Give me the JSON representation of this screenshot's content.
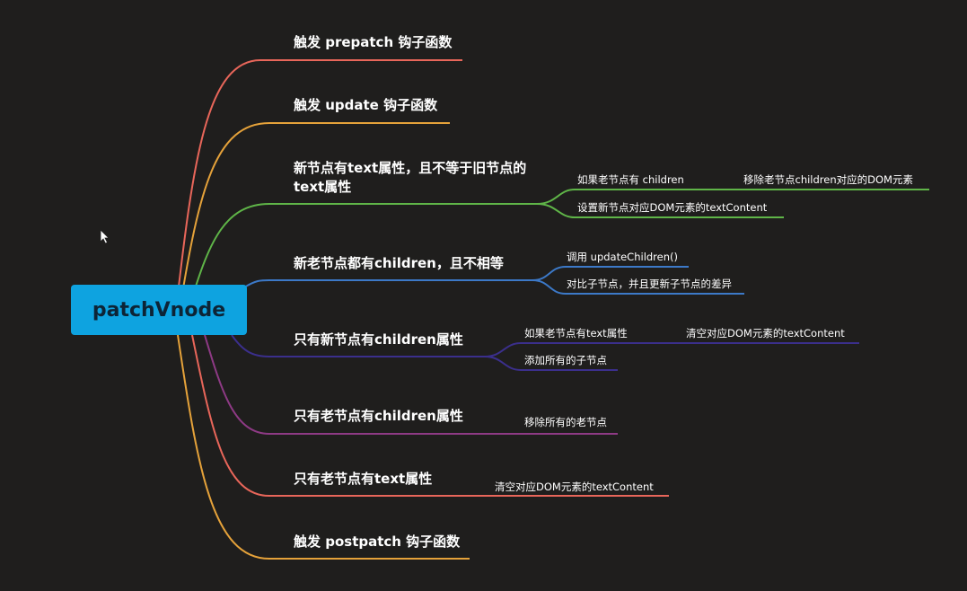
{
  "root": {
    "label": "patchVnode",
    "color": "#0ea3e0"
  },
  "branches": [
    {
      "label": "触发 prepatch 钩子函数",
      "color": "#e8665a"
    },
    {
      "label": "触发 update 钩子函数",
      "color": "#e5a23a"
    },
    {
      "label_line1": "新节点有text属性，且不等于旧节点的",
      "label_line2": "text属性",
      "color": "#5fb548",
      "children": [
        {
          "label": "如果老节点有 children",
          "child": "移除老节点children对应的DOM元素"
        },
        {
          "label": "设置新节点对应DOM元素的textContent"
        }
      ]
    },
    {
      "label": "新老节点都有children，且不相等",
      "color": "#3c79c8",
      "children": [
        {
          "label": "调用 updateChildren()"
        },
        {
          "label": "对比子节点，并且更新子节点的差异"
        }
      ]
    },
    {
      "label": "只有新节点有children属性",
      "color": "#3b2f8c",
      "children": [
        {
          "label": "如果老节点有text属性",
          "child": "清空对应DOM元素的textContent"
        },
        {
          "label": "添加所有的子节点"
        }
      ]
    },
    {
      "label": "只有老节点有children属性",
      "color": "#8e3a85",
      "children": [
        {
          "label": "移除所有的老节点"
        }
      ]
    },
    {
      "label": "只有老节点有text属性",
      "color": "#e8665a",
      "children": [
        {
          "label": "清空对应DOM元素的textContent"
        }
      ]
    },
    {
      "label": "触发 postpatch 钩子函数",
      "color": "#e5a23a"
    }
  ]
}
